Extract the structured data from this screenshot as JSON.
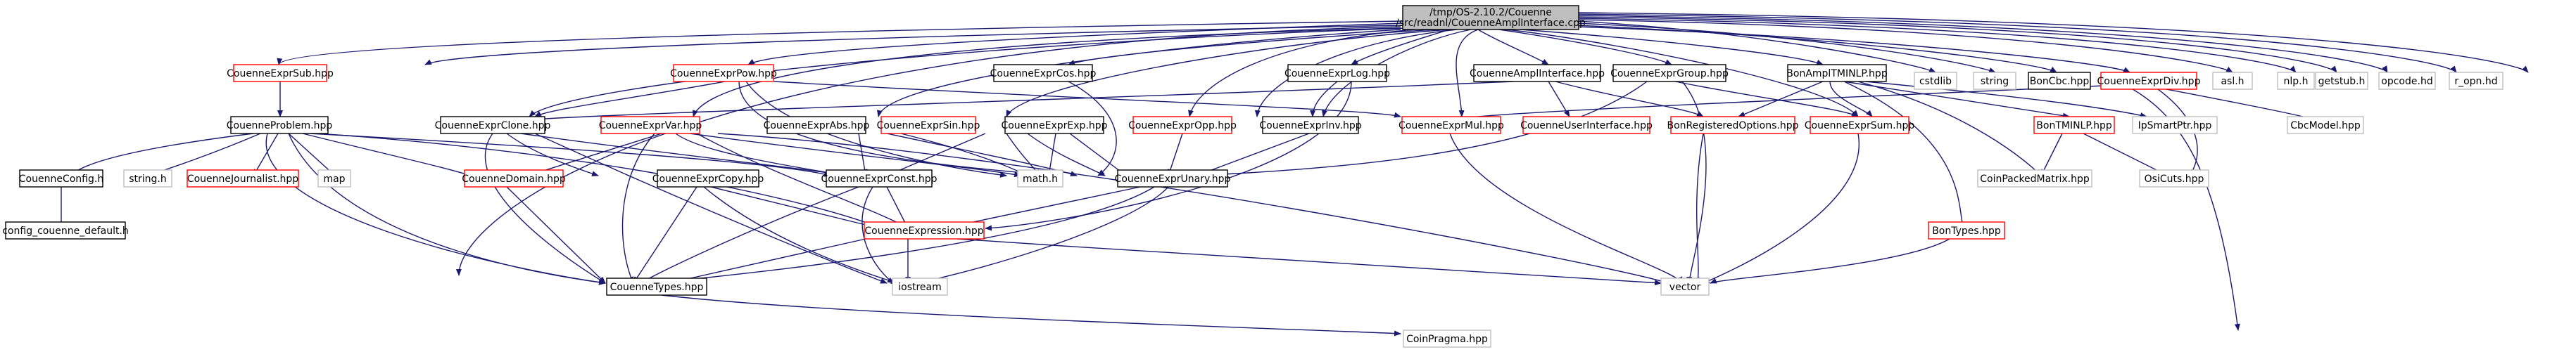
{
  "colors": {
    "edge": "#191970",
    "root_fill": "#bfbfbf",
    "normal_border": "#000000",
    "red_border": "#ff0000",
    "sys_border": "#bfbfbf"
  },
  "nodes": {
    "root": {
      "line1": "/tmp/OS-2.10.2/Couenne",
      "line2": "/src/readnl/CouenneAmplInterface.cpp"
    },
    "couenneExprSub": "CouenneExprSub.hpp",
    "couenneExprPow": "CouenneExprPow.hpp",
    "couenneExprCos": "CouenneExprCos.hpp",
    "couenneExprLog": "CouenneExprLog.hpp",
    "couenneAmplInterface": "CouenneAmplInterface.hpp",
    "couenneExprGroup": "CouenneExprGroup.hpp",
    "bonAmplTMINLP": "BonAmplTMINLP.hpp",
    "cstdlib": "cstdlib",
    "string": "string",
    "bonCbc": "BonCbc.hpp",
    "couenneExprDiv": "CouenneExprDiv.hpp",
    "aslH": "asl.h",
    "nlpH": "nlp.h",
    "getstubH": "getstub.h",
    "opcodeHd": "opcode.hd",
    "rOpnHd": "r_opn.hd",
    "couenneProblem": "CouenneProblem.hpp",
    "couenneExprClone": "CouenneExprClone.hpp",
    "couenneExprVar": "CouenneExprVar.hpp",
    "couenneExprAbs": "CouenneExprAbs.hpp",
    "couenneExprSin": "CouenneExprSin.hpp",
    "couenneExprExp": "CouenneExprExp.hpp",
    "couenneExprOpp": "CouenneExprOpp.hpp",
    "couenneExprInv": "CouenneExprInv.hpp",
    "couenneExprMul": "CouenneExprMul.hpp",
    "couenneUserInterface": "CouenneUserInterface.hpp",
    "bonRegisteredOptions": "BonRegisteredOptions.hpp",
    "couenneExprSum": "CouenneExprSum.hpp",
    "bonTMINLP": "BonTMINLP.hpp",
    "ipSmartPtr": "IpSmartPtr.hpp",
    "cbcModel": "CbcModel.hpp",
    "couenneConfig": "CouenneConfig.h",
    "stringH": "string.h",
    "couenneJournalist": "CouenneJournalist.hpp",
    "map": "map",
    "couenneDomain": "CouenneDomain.hpp",
    "couenneExprCopy": "CouenneExprCopy.hpp",
    "couenneExprConst": "CouenneExprConst.hpp",
    "mathH": "math.h",
    "couenneExprUnary": "CouenneExprUnary.hpp",
    "coinPackedMatrix": "CoinPackedMatrix.hpp",
    "osiCuts": "OsiCuts.hpp",
    "configCouenneDefault": "config_couenne_default.h",
    "couenneExpression": "CouenneExpression.hpp",
    "bonTypes": "BonTypes.hpp",
    "couenneTypes": "CouenneTypes.hpp",
    "iostream": "iostream",
    "vector": "vector",
    "coinPragma": "CoinPragma.hpp"
  }
}
